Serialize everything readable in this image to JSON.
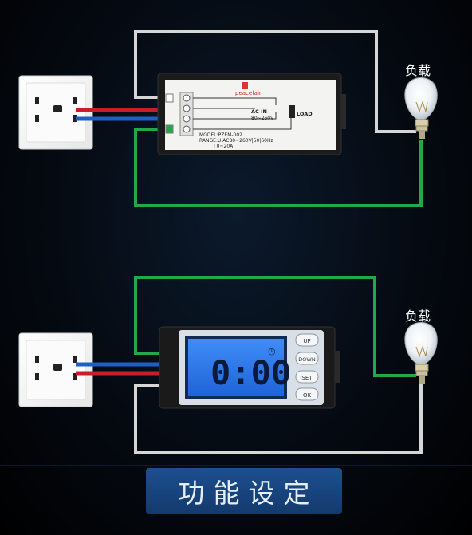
{
  "diagram_top": {
    "load_label": "负载",
    "module": {
      "brand": "peacefair",
      "ac_in": "AC IN",
      "voltage_range": "80~260V",
      "load": "LOAD",
      "model": "MODEL:PZEM-002",
      "range": "RANGE:U  AC80~260V|50|60Hz",
      "current": "I  0~20A"
    }
  },
  "diagram_bottom": {
    "load_label": "负载",
    "display_value": "0:00",
    "buttons": [
      "UP",
      "DOWN",
      "SET",
      "OK"
    ]
  },
  "footer": {
    "title": "功能设定"
  },
  "colors": {
    "white_wire": "#d6d6d6",
    "green_wire": "#22a84a",
    "red_wire": "#c81e2a",
    "blue_wire": "#1f5fc4",
    "title_bg": "#1a4a88",
    "lcd": "#2f7cf0"
  }
}
